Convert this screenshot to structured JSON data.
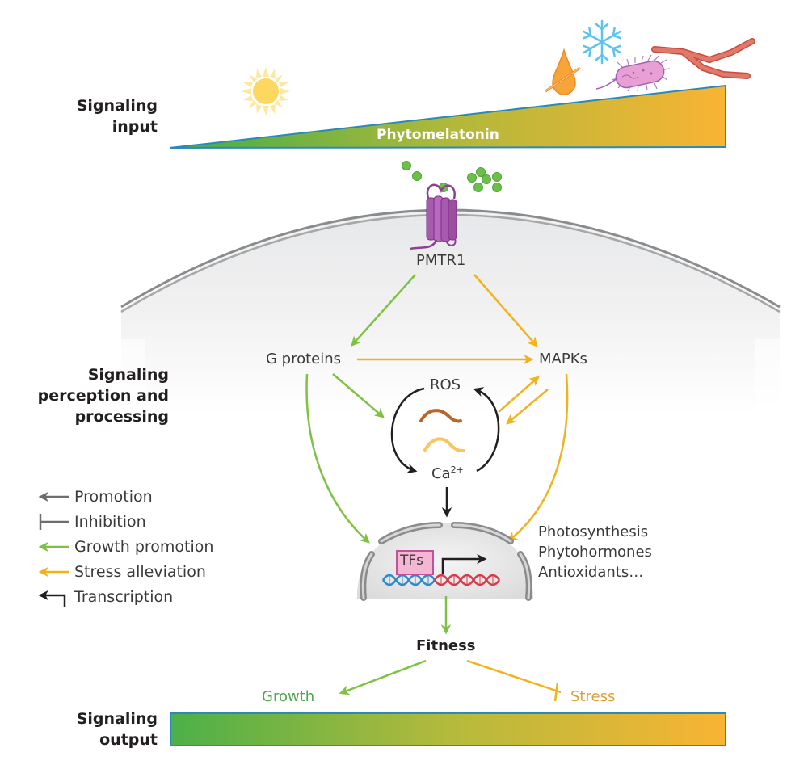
{
  "sections": {
    "input": [
      "Signaling",
      "input"
    ],
    "perception": [
      "Signaling",
      "perception and",
      "processing"
    ],
    "output": [
      "Signaling",
      "output"
    ]
  },
  "input_wedge": {
    "label": "Phytomelatonin",
    "gradient_start": "#3fae49",
    "gradient_end": "#f9b433"
  },
  "input_icons": [
    "moon-icon",
    "sun-icon",
    "drought-icon",
    "snowflake-icon",
    "bacterium-icon",
    "fungal-hyphae-icon"
  ],
  "receptor": {
    "label": "PMTR1"
  },
  "nodes": {
    "g_proteins": "G proteins",
    "mapks": "MAPKs",
    "ros": "ROS",
    "ca": "Ca",
    "ca_sup": "2+",
    "tfs": "TFs",
    "fitness": "Fitness",
    "growth": "Growth",
    "stress": "Stress"
  },
  "targets": [
    "Photosynthesis",
    "Phytohormones",
    "Antioxidants…"
  ],
  "legend": [
    {
      "type": "promotion",
      "label": "Promotion",
      "color": "#6d6e71"
    },
    {
      "type": "inhibition",
      "label": "Inhibition",
      "color": "#6d6e71"
    },
    {
      "type": "growth",
      "label": "Growth promotion",
      "color": "#7dc242"
    },
    {
      "type": "stress",
      "label": "Stress alleviation",
      "color": "#f1b21d"
    },
    {
      "type": "transcription",
      "label": "Transcription",
      "color": "#231f20"
    }
  ],
  "colors": {
    "green": "#7dc242",
    "orange": "#f1b21d",
    "black": "#231f20",
    "growth_text": "#4ea64a",
    "stress_text": "#d9a03a",
    "membrane": "#8a8b8d",
    "receptor": "#9b4f9e"
  }
}
